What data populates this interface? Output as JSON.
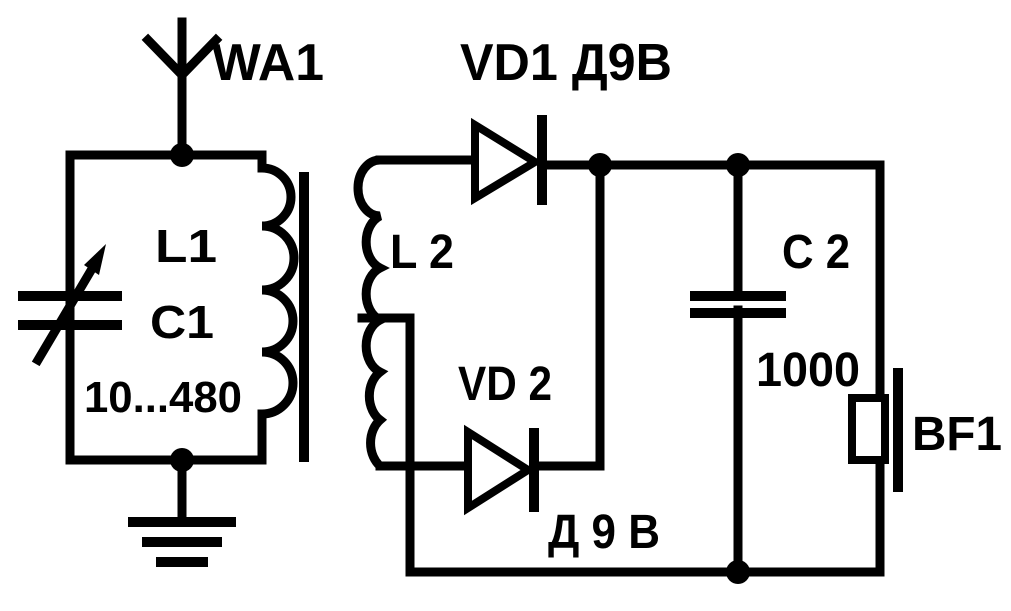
{
  "labels": {
    "antenna": "WA1",
    "vd1": "VD1 Д9В",
    "coil_l1": "L1",
    "cap_c1": "C1",
    "c1_value": "10...480",
    "coil_l2": "L 2",
    "vd2": "VD 2",
    "vd2_type": "Д 9 В",
    "cap_c2": "C 2",
    "c2_value": "1000",
    "earphone": "BF1"
  }
}
